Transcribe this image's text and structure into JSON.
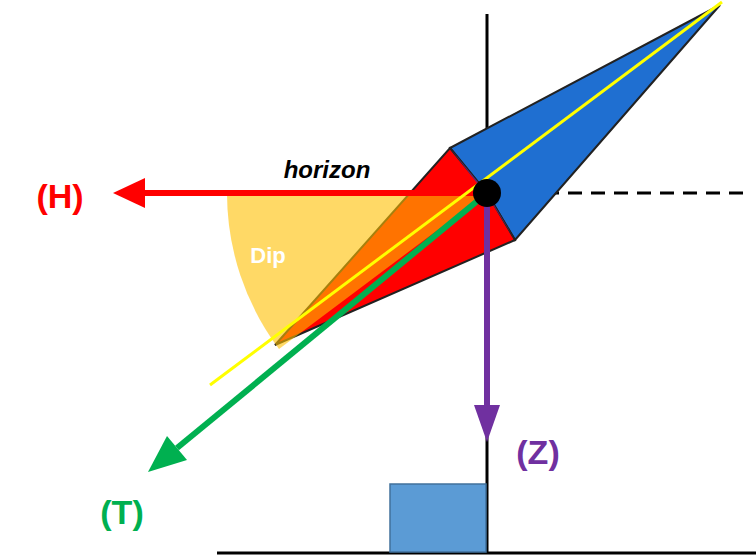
{
  "diagram": {
    "labels": [
      "horizon",
      "(H)",
      "Dip",
      "(Z)",
      "(T)"
    ]
  }
}
